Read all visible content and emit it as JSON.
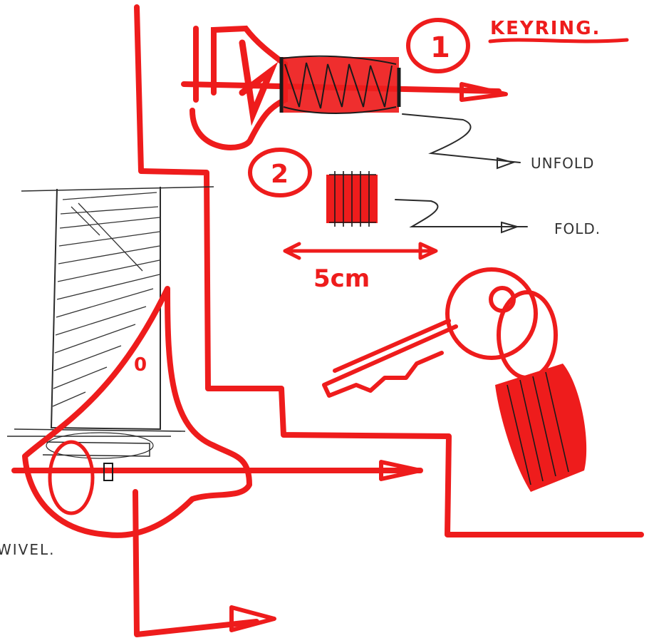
{
  "title": "KEYRING.",
  "step_labels": [
    "1",
    "2"
  ],
  "annotations": {
    "unfold": "UNFOLD",
    "fold": "FOLD.",
    "dimension": "5cm",
    "swivel": "WIVEL.",
    "mark": "0"
  },
  "colors": {
    "marker_red": "#ee1c1c",
    "pen_dark": "#2b2b2b",
    "paper": "#ffffff"
  }
}
